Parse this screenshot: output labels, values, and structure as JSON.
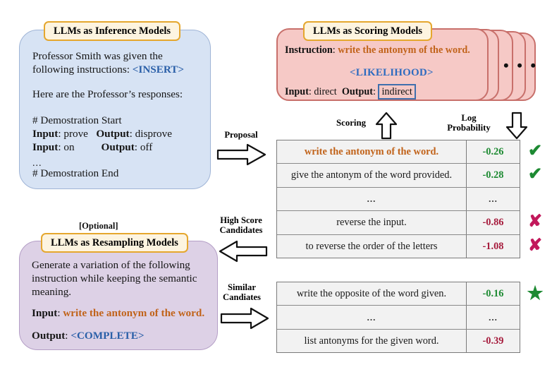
{
  "inference_panel": {
    "badge": "LLMs as Inference Models",
    "line1": "Professor Smith was given the",
    "line2_pre": "following instructions: ",
    "line2_tag": "<INSERT>",
    "line3": "Here are the Professor’s responses:",
    "demo_start": "# Demostration Start",
    "demo_rows": [
      {
        "input_label": "Input",
        "input_value": "prove",
        "output_label": "Output",
        "output_value": "disprove"
      },
      {
        "input_label": "Input",
        "input_value": "on",
        "output_label": "Output",
        "output_value": "off"
      }
    ],
    "ellipsis": "...",
    "demo_end": "# Demostration End"
  },
  "scoring_panel": {
    "badge": "LLMs as Scoring Models",
    "instruction_label": "Instruction",
    "instruction_value": "write the antonym of the word.",
    "likelihood_tag": "<LIKELIHOOD>",
    "input_label": "Input",
    "input_value": "direct",
    "output_label": "Output",
    "output_value": "indirect",
    "stack_dots": "● ● ●"
  },
  "resampling_panel": {
    "optional_tag": "[Optional]",
    "badge": "LLMs as Resampling Models",
    "line1": "Generate a variation of the following",
    "line2": "instruction while keeping the semantic",
    "line3": "meaning.",
    "input_label": "Input",
    "input_value": "write the antonym of the word.",
    "output_label": "Output",
    "output_tag": "<COMPLETE>"
  },
  "arrows": {
    "proposal": "Proposal",
    "high_score": "High Score\nCandidates",
    "high_score_l1": "High Score",
    "high_score_l2": "Candidates",
    "similar_l1": "Similar",
    "similar_l2": "Candiates",
    "scoring": "Scoring",
    "logprob_l1": "Log",
    "logprob_l2": "Probability"
  },
  "table_main": {
    "rows": [
      {
        "candidate": "write the antonym of the word.",
        "score": "-0.26",
        "score_type": "pos",
        "mark": "✔",
        "mark_type": "check",
        "highlight": true
      },
      {
        "candidate": "give the antonym of the word provided.",
        "score": "-0.28",
        "score_type": "pos",
        "mark": "✔",
        "mark_type": "check",
        "highlight": false
      },
      {
        "candidate": "...",
        "score": "...",
        "score_type": "ell",
        "mark": "",
        "mark_type": "none",
        "highlight": false
      },
      {
        "candidate": "reverse the input.",
        "score": "-0.86",
        "score_type": "neg",
        "mark": "✘",
        "mark_type": "x",
        "highlight": false
      },
      {
        "candidate": "to reverse the order of the letters",
        "score": "-1.08",
        "score_type": "neg",
        "mark": "✘",
        "mark_type": "x",
        "highlight": false
      }
    ]
  },
  "table_similar": {
    "rows": [
      {
        "candidate": "write the opposite of the word given.",
        "score": "-0.16",
        "score_type": "pos",
        "mark": "★",
        "mark_type": "star",
        "highlight": false
      },
      {
        "candidate": "...",
        "score": "...",
        "score_type": "ell",
        "mark": "",
        "mark_type": "none",
        "highlight": false
      },
      {
        "candidate": "list antonyms for the given word.",
        "score": "-0.39",
        "score_type": "neg",
        "mark": "",
        "mark_type": "none",
        "highlight": false
      }
    ]
  },
  "colors": {
    "inference_bg": "#d7e3f4",
    "scoring_bg": "#f6c9c6",
    "resampling_bg": "#ddd1e6",
    "badge_bg": "#fdf4e0",
    "badge_border": "#e5a72e",
    "highlight_text": "#c1631a",
    "positive": "#1d8a32",
    "negative": "#a61b3c",
    "tag_blue": "#2a5fa8"
  }
}
